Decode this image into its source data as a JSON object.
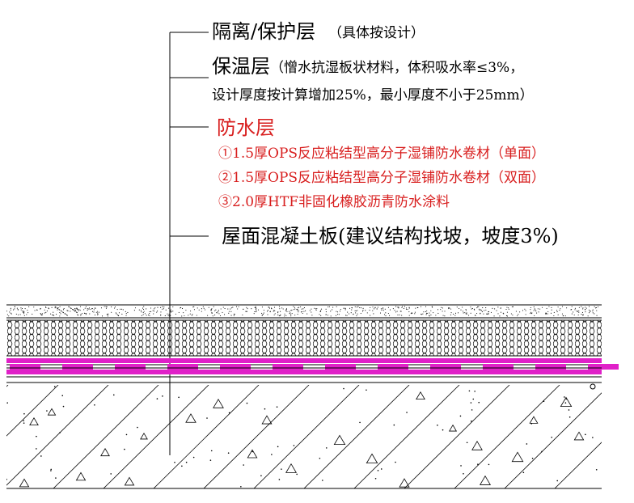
{
  "labels": {
    "isolation": {
      "title": "隔离/保护层",
      "note": "（具体按设计）"
    },
    "insulation": {
      "title": "保温层",
      "note_line1": "（憎水抗湿板状材料，体积吸水率≤3%，",
      "note_line2": "设计厚度按计算增加25%，最小厚度不小于25mm）"
    },
    "waterproof": {
      "title": "防水层",
      "options": [
        "①1.5厚OPS反应粘结型高分子湿铺防水卷材（单面）",
        "②1.5厚OPS反应粘结型高分子湿铺防水卷材（双面）",
        "③2.0厚HTF非固化橡胶沥青防水涂料"
      ]
    },
    "slab": {
      "title": "屋面混凝土板(建议结构找坡，坡度3%)"
    }
  },
  "colors": {
    "line": "#000000",
    "waterproof_text": "#d81e1e",
    "membrane": "#e020c8"
  }
}
